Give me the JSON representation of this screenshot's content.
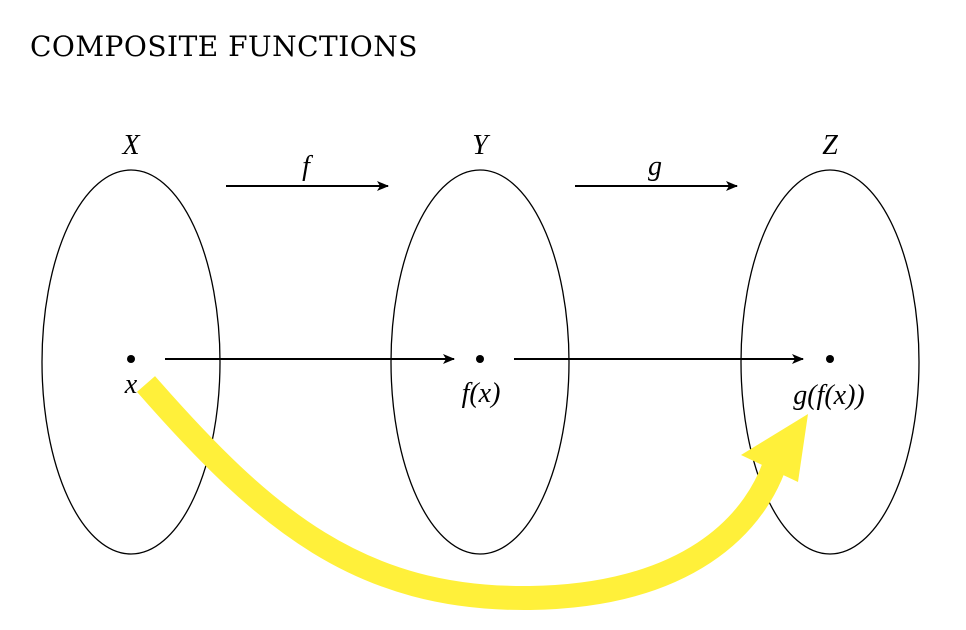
{
  "title": "COMPOSITE FUNCTIONS",
  "sets": {
    "x_label": "X",
    "y_label": "Y",
    "z_label": "Z"
  },
  "maps": {
    "f_label": "f",
    "g_label": "g"
  },
  "elements": {
    "x_point": "x",
    "fx_point": "f(x)",
    "gfx_point": "g(f(x))"
  },
  "colors": {
    "highlight_arrow": "#fff03a",
    "stroke": "#000000"
  }
}
